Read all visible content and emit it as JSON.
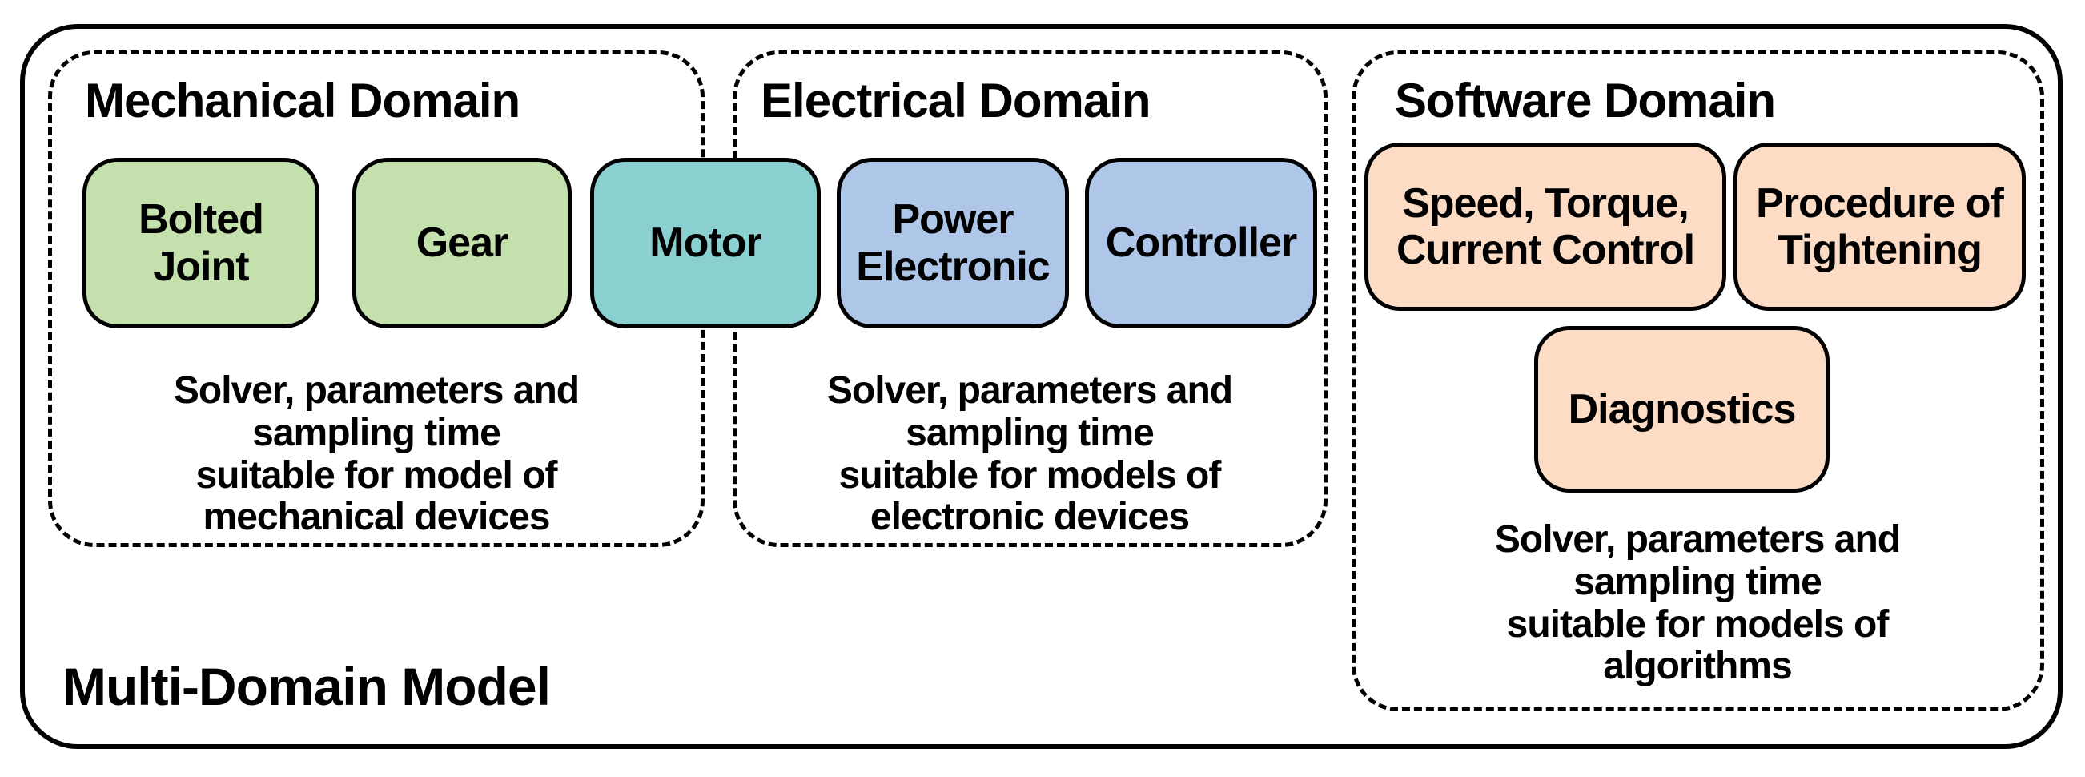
{
  "title": "Multi-Domain Model",
  "colors": {
    "background": "#ffffff",
    "line": "#000000",
    "mechanical_box": "#c3e0ad",
    "motor_box": "#8ad0d0",
    "electrical_box": "#aec6e8",
    "software_box": "#fcdcc4"
  },
  "domains": [
    {
      "title": "Mechanical Domain",
      "description": "Solver, parameters and\nsampling time\nsuitable for model of\nmechanical devices"
    },
    {
      "title": "Electrical Domain",
      "description": "Solver, parameters and\nsampling time\nsuitable for models of\nelectronic devices"
    },
    {
      "title": "Software Domain",
      "description": "Solver, parameters and\nsampling time\nsuitable for models of\nalgorithms"
    }
  ],
  "boxes": [
    {
      "label": "Bolted\nJoint",
      "color": "#c3e0ad"
    },
    {
      "label": "Gear",
      "color": "#c3e0ad"
    },
    {
      "label": "Motor",
      "color": "#8ad0d0"
    },
    {
      "label": "Power\nElectronic",
      "color": "#aec6e8"
    },
    {
      "label": "Controller",
      "color": "#aec6e8"
    },
    {
      "label": "Speed, Torque,\nCurrent Control",
      "color": "#fcdcc4"
    },
    {
      "label": "Procedure of\nTightening",
      "color": "#fcdcc4"
    },
    {
      "label": "Diagnostics",
      "color": "#fcdcc4"
    }
  ]
}
